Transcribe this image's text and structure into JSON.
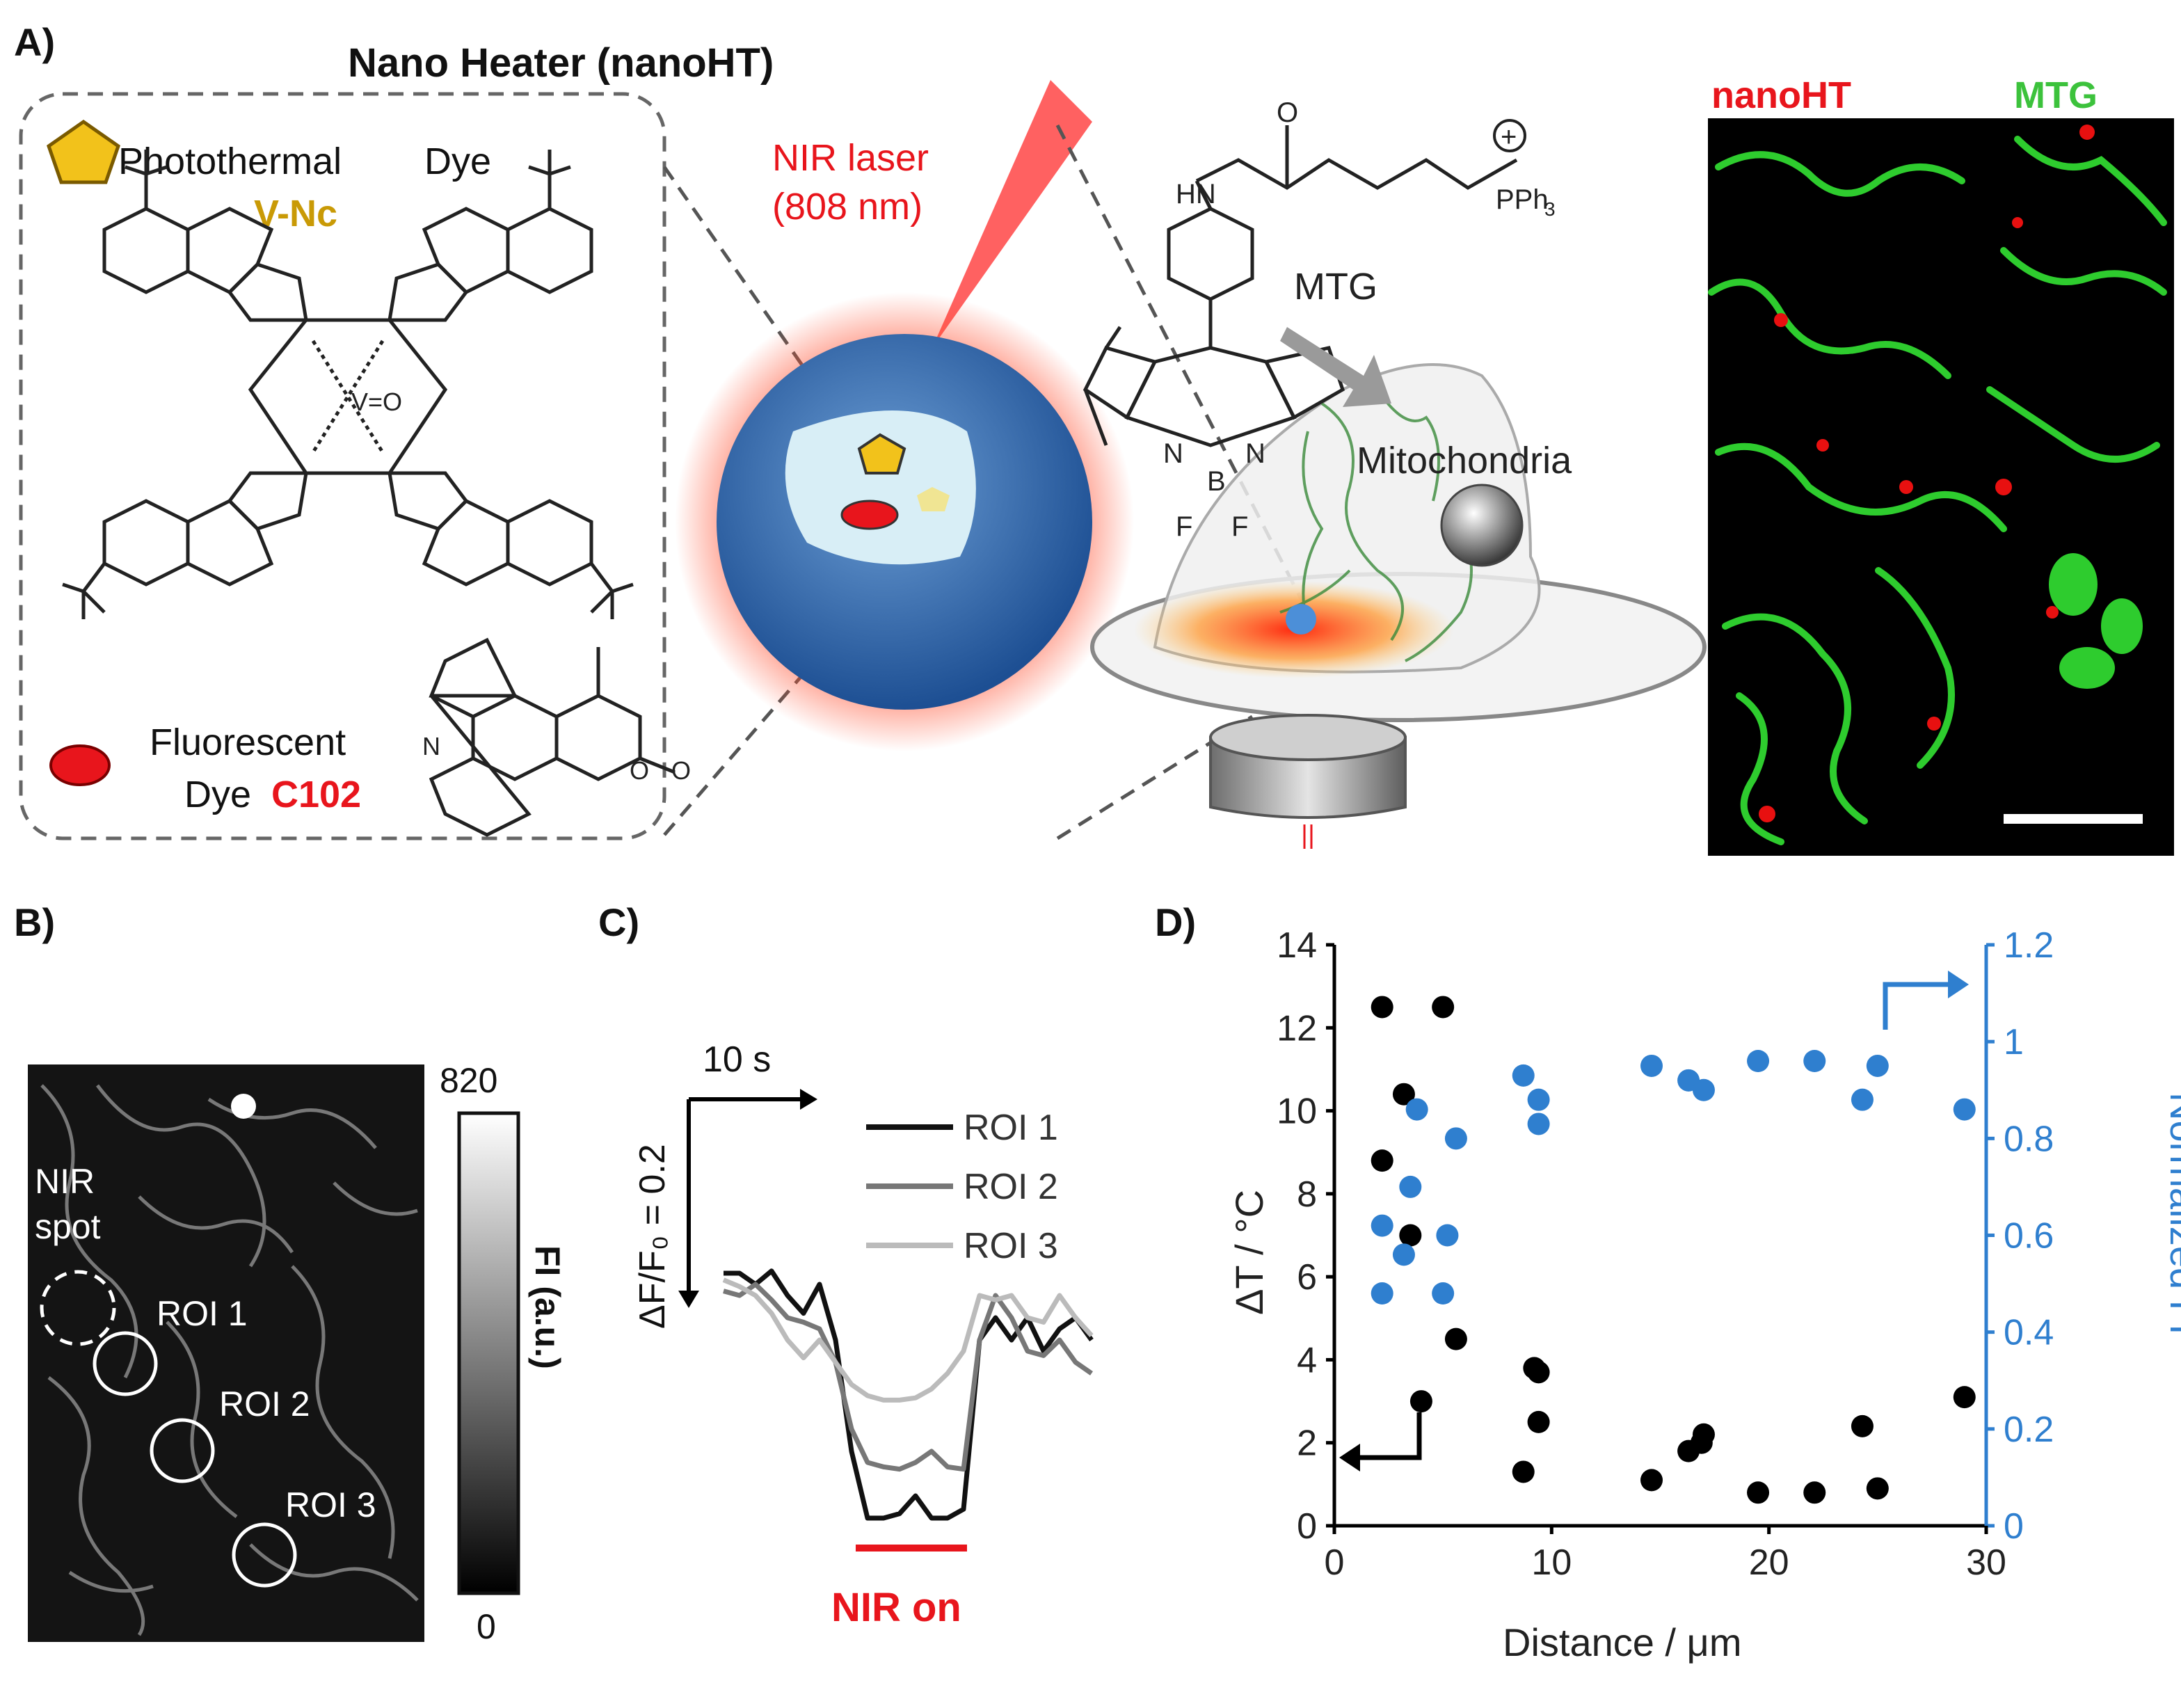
{
  "panel_a": {
    "label": "A)",
    "box_title": "Nano Heater (nanoHT)",
    "photothermal_line1": "Photothermal",
    "photothermal_line2": "Dye",
    "vnc_name": "V-Nc",
    "fluorescent_line1": "Fluorescent",
    "fluorescent_line2": "Dye",
    "c102_name": "C102",
    "laser_line1": "NIR laser",
    "laser_line2": "(808 nm)",
    "vo_label": "V=O",
    "mtg_label": "MTG",
    "mito_label": "Mitochondria",
    "pph3": "PPh",
    "pph3_sub": "3",
    "plus": "+",
    "hn": "HN",
    "o_label": "O",
    "n_label": "N",
    "b_label": "B",
    "f_label": "F",
    "legend_nanoht": "nanoHT",
    "legend_mtg": "MTG",
    "colors": {
      "red": "#e8151c",
      "green": "#3cc23c",
      "gold": "#c99a06",
      "blue": "#2f7fcf"
    }
  },
  "panel_b": {
    "label": "B)",
    "nir_line1": "NIR",
    "nir_line2": "spot",
    "roi1": "ROI 1",
    "roi2": "ROI 2",
    "roi3": "ROI 3",
    "cbar_max": "820",
    "cbar_min": "0",
    "cbar_title": "FI (a.u.)"
  },
  "panel_c": {
    "label": "C)",
    "time_scale": "10 s",
    "df_scale": "ΔF/F₀ = 0.2",
    "legend": [
      "ROI 1",
      "ROI 2",
      "ROI 3"
    ],
    "legend_colors": [
      "#111111",
      "#777777",
      "#bbbbbb"
    ],
    "nir_on": "NIR on",
    "traces": [
      [
        0.0,
        0.0,
        -0.05,
        0.01,
        -0.1,
        -0.18,
        -0.05,
        -0.3,
        -0.8,
        -1.1,
        -1.1,
        -1.08,
        -1.0,
        -1.1,
        -1.1,
        -1.06,
        -0.3,
        -0.2,
        -0.3,
        -0.2,
        -0.35,
        -0.25,
        -0.2,
        -0.3
      ],
      [
        -0.08,
        -0.1,
        -0.05,
        -0.12,
        -0.2,
        -0.22,
        -0.25,
        -0.4,
        -0.7,
        -0.85,
        -0.87,
        -0.88,
        -0.85,
        -0.8,
        -0.87,
        -0.88,
        -0.3,
        -0.1,
        -0.2,
        -0.35,
        -0.37,
        -0.3,
        -0.4,
        -0.45
      ],
      [
        -0.03,
        -0.06,
        -0.1,
        -0.18,
        -0.3,
        -0.38,
        -0.3,
        -0.4,
        -0.5,
        -0.55,
        -0.57,
        -0.57,
        -0.56,
        -0.52,
        -0.45,
        -0.35,
        -0.1,
        -0.12,
        -0.1,
        -0.2,
        -0.22,
        -0.1,
        -0.2,
        -0.28
      ]
    ]
  },
  "chart_data": {
    "type": "scatter",
    "label": "D)",
    "xlabel": "Distance / μm",
    "ylabel": "ΔT / °C",
    "y2label": "Normalized FI",
    "xlim": [
      0,
      30
    ],
    "ylim": [
      0,
      14
    ],
    "y2lim": [
      0,
      1.2
    ],
    "xticks": [
      "0",
      "10",
      "20",
      "30"
    ],
    "yticks": [
      "0",
      "2",
      "4",
      "6",
      "8",
      "10",
      "12",
      "14"
    ],
    "y2ticks": [
      "0",
      "0.2",
      "0.4",
      "0.6",
      "0.8",
      "1",
      "1.2"
    ],
    "series": [
      {
        "axis": "left",
        "color": "#000000",
        "x": [
          2.2,
          3.2,
          2.2,
          3.5,
          4.0,
          5.0,
          5.6,
          8.7,
          9.2,
          9.4,
          9.4,
          14.6,
          16.3,
          16.9,
          17.0,
          19.5,
          22.1,
          24.3,
          25.0,
          29.0
        ],
        "y": [
          12.5,
          10.4,
          8.8,
          7.0,
          3.0,
          12.5,
          4.5,
          1.3,
          3.8,
          2.5,
          3.7,
          1.1,
          1.8,
          2.0,
          2.2,
          0.8,
          0.8,
          2.4,
          0.9,
          3.1
        ]
      },
      {
        "axis": "right",
        "color": "#2f7fcf",
        "x": [
          2.2,
          2.2,
          3.2,
          3.5,
          3.8,
          5.0,
          5.2,
          5.6,
          8.7,
          9.4,
          9.4,
          14.6,
          16.3,
          17.0,
          19.5,
          22.1,
          24.3,
          25.0,
          29.0
        ],
        "y": [
          0.62,
          0.48,
          0.56,
          0.7,
          0.86,
          0.48,
          0.6,
          0.8,
          0.93,
          0.88,
          0.83,
          0.95,
          0.92,
          0.9,
          0.96,
          0.96,
          0.88,
          0.95,
          0.86
        ]
      }
    ]
  }
}
